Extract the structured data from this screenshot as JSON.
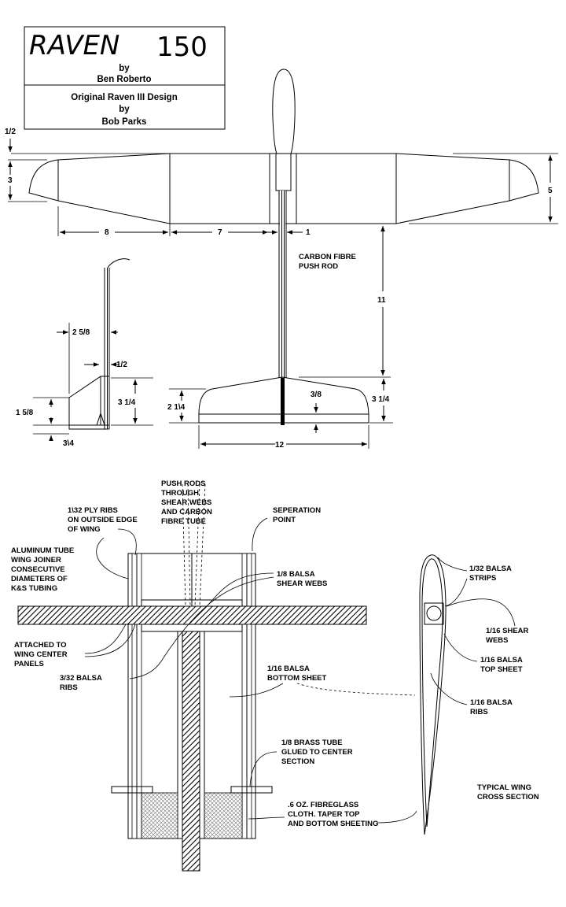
{
  "title": {
    "name": "RAVEN",
    "number": "150",
    "by1": "by",
    "author": "Ben Roberto",
    "original": "Original Raven III Design",
    "by2": "by",
    "original_author": "Bob Parks"
  },
  "planview": {
    "dims": {
      "half": "1/2",
      "three": "3",
      "five": "5",
      "eight": "8",
      "seven": "7",
      "one": "1",
      "eleven": "11",
      "stab_root": "2  1\\4",
      "stab_tip": "3  1/4",
      "stab_depth": "3/8",
      "twelve": "12"
    },
    "pushrod_label": [
      "CARBON FIBRE",
      "PUSH ROD"
    ]
  },
  "sideview": {
    "dims": {
      "two58": "2 5/8",
      "half": "1/2",
      "three14": "3  1/4",
      "one58": "1 5/8",
      "three4": "3\\4"
    }
  },
  "wing_joiner": {
    "labels": {
      "push_rods": [
        "PUSH RODS",
        "THROUGH",
        "SHEAR WEBS",
        "AND CARBON",
        "FIBRE TUBE"
      ],
      "ply_ribs": [
        "1\\32 PLY RIBS",
        "ON OUTSIDE EDGE",
        "OF WING"
      ],
      "separation": [
        "SEPERATION",
        "POINT"
      ],
      "aluminum": [
        "ALUMINUM TUBE",
        "WING JOINER",
        "CONSECUTIVE",
        " DIAMETERS OF",
        "K&S TUBING"
      ],
      "shear_webs": [
        "1/8 BALSA",
        "SHEAR WEBS"
      ],
      "attached": [
        "ATTACHED TO",
        "WING CENTER",
        "PANELS"
      ],
      "balsa_ribs": [
        "3/32 BALSA",
        "RIBS"
      ],
      "bottom_sheet": [
        "1/16 BALSA",
        "BOTTOM SHEET"
      ],
      "brass_tube": [
        "1/8 BRASS TUBE",
        "GLUED TO CENTER",
        "SECTION"
      ],
      "fibreglass": [
        ".6 OZ. FIBREGLASS",
        "CLOTH.  TAPER TOP",
        "AND BOTTOM SHEETING"
      ]
    }
  },
  "cross_section": {
    "labels": {
      "strips": [
        "1/32 BALSA",
        "STRIPS"
      ],
      "shear": [
        "1/16  SHEAR",
        "WEBS"
      ],
      "top_sheet": [
        "1/16 BALSA",
        "TOP SHEET"
      ],
      "ribs": [
        "1/16 BALSA",
        "RIBS"
      ],
      "typical": [
        "TYPICAL WING",
        "CROSS SECTION"
      ]
    }
  }
}
